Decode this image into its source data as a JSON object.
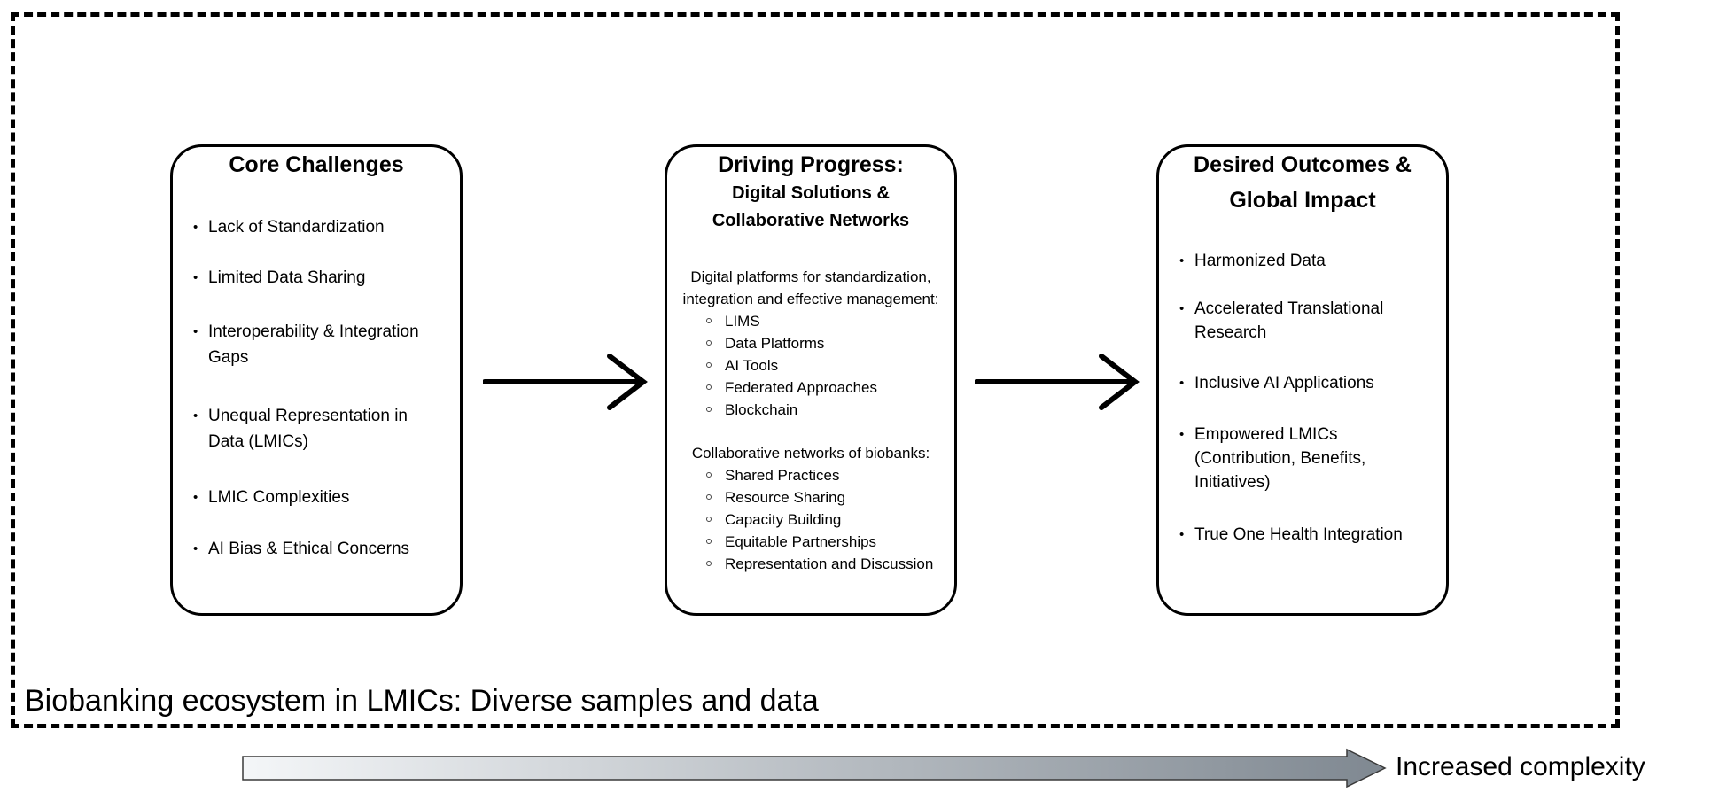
{
  "ecosystem_label": "Biobanking ecosystem in LMICs: Diverse samples and data",
  "complexity_label": "Increased complexity",
  "colors": {
    "gradient_start": "#f4f6f8",
    "gradient_end": "#7f8891"
  },
  "boxes": {
    "core": {
      "title": "Core Challenges",
      "items": [
        [
          "Lack of Standardization"
        ],
        [
          "Limited Data Sharing"
        ],
        [
          "Interoperability & Integration",
          "Gaps"
        ],
        [
          "Unequal Representation in",
          "Data (LMICs)"
        ],
        [
          "LMIC Complexities"
        ],
        [
          "AI Bias & Ethical Concerns"
        ]
      ]
    },
    "progress": {
      "title": "Driving Progress:",
      "subtitle_lines": [
        "Digital Solutions &",
        "Collaborative Networks"
      ],
      "digital_intro": [
        "Digital platforms for standardization,",
        "integration and effective management:"
      ],
      "digital_items": [
        "LIMS",
        "Data Platforms",
        "AI Tools",
        "Federated Approaches",
        "Blockchain"
      ],
      "network_intro": "Collaborative networks of biobanks:",
      "network_items": [
        "Shared Practices",
        "Resource Sharing",
        "Capacity Building",
        "Equitable Partnerships",
        "Representation and Discussion"
      ]
    },
    "outcomes": {
      "title_lines": [
        "Desired Outcomes &",
        "Global Impact"
      ],
      "items": [
        [
          "Harmonized Data"
        ],
        [
          "Accelerated Translational",
          "Research"
        ],
        [
          "Inclusive AI Applications"
        ],
        [
          "Empowered LMICs",
          "(Contribution, Benefits,",
          "Initiatives)"
        ],
        [
          "True One Health Integration"
        ]
      ]
    }
  }
}
